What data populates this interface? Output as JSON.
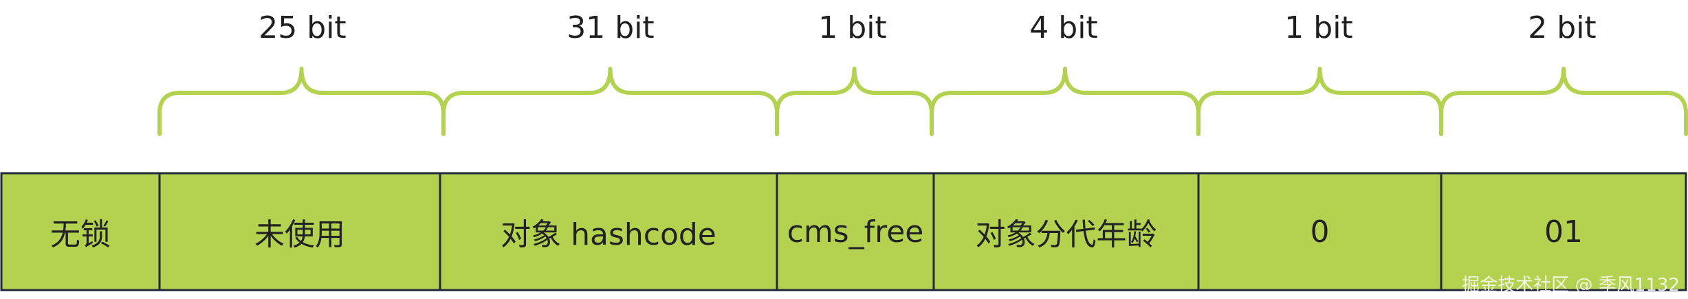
{
  "colors": {
    "brace": "#b3d24f",
    "cell_fill": "#b3d24f",
    "cell_border": "#222a3a",
    "text": "#1f1f1f"
  },
  "fields": [
    {
      "bits": "",
      "label": "无锁"
    },
    {
      "bits": "25 bit",
      "label": "未使用"
    },
    {
      "bits": "31 bit",
      "label": "对象 hashcode"
    },
    {
      "bits": "1 bit",
      "label": "cms_free"
    },
    {
      "bits": "4 bit",
      "label": "对象分代年龄"
    },
    {
      "bits": "1 bit",
      "label": "0"
    },
    {
      "bits": "2 bit",
      "label": "01"
    }
  ],
  "watermark": "掘金技术社区 @ 季风1132"
}
